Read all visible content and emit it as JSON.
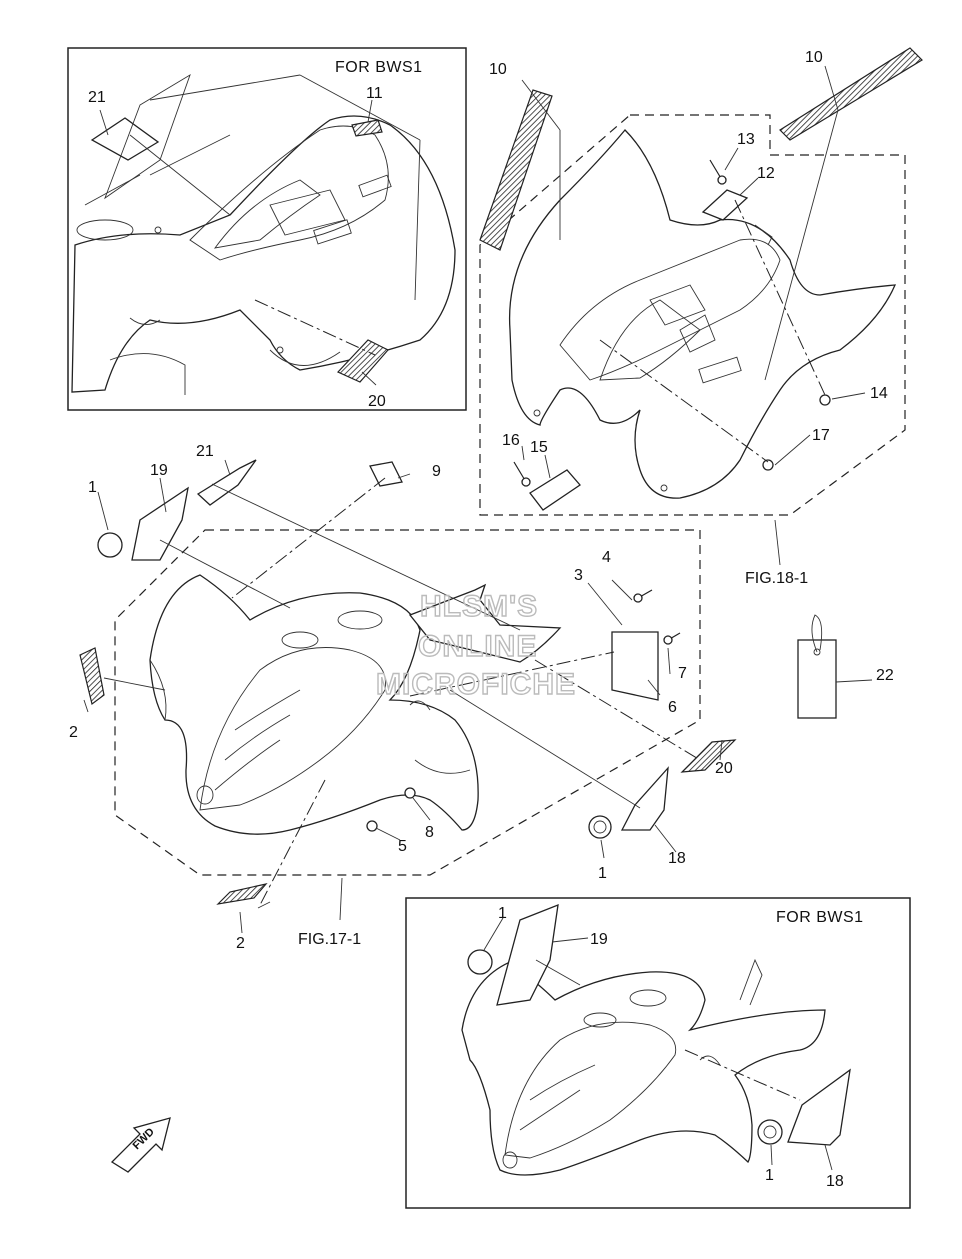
{
  "insets": {
    "rear_bws1_label": "FOR BWS1",
    "front_bws1_label": "FOR BWS1"
  },
  "figure_refs": {
    "rear": "FIG.18-1",
    "front": "FIG.17-1"
  },
  "watermark": {
    "line1": "HLSM'S",
    "line2": "ONLINE",
    "line3": "MICROFICHE"
  },
  "fwd_arrow_label": "FWD",
  "callouts": {
    "c1_top": "1",
    "c1_mid": "1",
    "c1_inset": "1",
    "c1_inset_b": "1",
    "c2_top": "2",
    "c2_bottom": "2",
    "c3": "3",
    "c4": "4",
    "c5": "5",
    "c6": "6",
    "c7": "7",
    "c8": "8",
    "c9": "9",
    "c10_left": "10",
    "c10_right": "10",
    "c11": "11",
    "c12": "12",
    "c13": "13",
    "c14": "14",
    "c15": "15",
    "c16": "16",
    "c17": "17",
    "c18_mid": "18",
    "c18_inset": "18",
    "c19_main": "19",
    "c19_inset": "19",
    "c20_main": "20",
    "c20_inset": "20",
    "c21_main": "21",
    "c21_inset": "21",
    "c22": "22"
  }
}
